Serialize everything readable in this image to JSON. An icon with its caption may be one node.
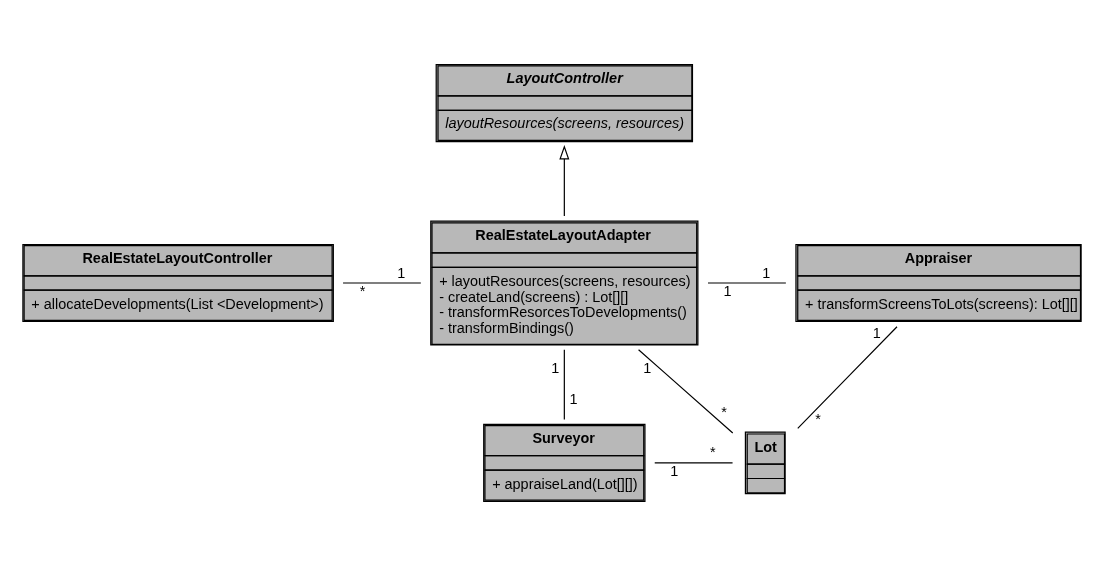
{
  "diagram": {
    "nodes": [
      {
        "text": [
          "LayoutController",
          "layoutResources(screens, resources)"
        ]
      },
      {
        "text": [
          "RealEstateLayoutController",
          "+ allocateDevelopments(List <Development>)"
        ]
      },
      {
        "text": [
          "RealEstateLayoutAdapter",
          "+ layoutResources(screens, resources)",
          "- createLand(screens) : Lot[][]",
          "- transformResorcesToDevelopments()",
          "- transformBindings()"
        ]
      },
      {
        "text": [
          "Appraiser",
          "+ transformScreensToLots(screens): Lot[][]"
        ]
      },
      {
        "text": [
          "Surveyor",
          "+ appraiseLand(Lot[][])"
        ]
      },
      {
        "text": [
          "Lot"
        ]
      }
    ],
    "edges": [
      {
        "from": 2,
        "to": 0,
        "arrow": "to"
      },
      {
        "from": 1,
        "to": 2,
        "arrow": "none"
      },
      {
        "from": 2,
        "to": 3,
        "arrow": "none"
      },
      {
        "from": 2,
        "to": 5,
        "arrow": "none"
      },
      {
        "from": 3,
        "to": 5,
        "arrow": "none"
      },
      {
        "from": 2,
        "to": 4,
        "arrow": "none"
      },
      {
        "from": 4,
        "to": 5,
        "arrow": "none"
      }
    ],
    "labels": [
      "*",
      "1",
      "1",
      "1",
      "1",
      "1",
      "1",
      "1",
      "*",
      "*",
      "*",
      "1"
    ]
  }
}
